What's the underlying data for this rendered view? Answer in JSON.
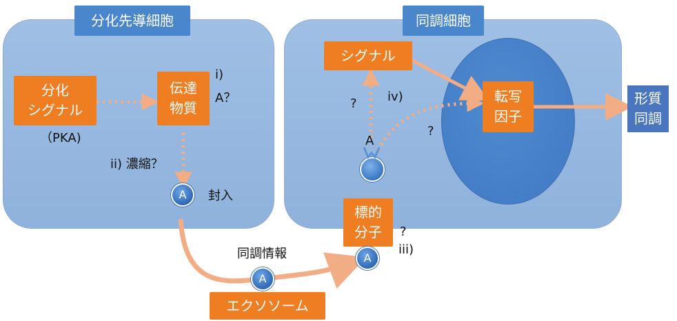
{
  "left_cell": {
    "title": "分化先導細胞"
  },
  "right_cell": {
    "title": "同調細胞"
  },
  "boxes": {
    "differentiation_signal_line1": "分化",
    "differentiation_signal_line2": "シグナル",
    "pka": "（PKA)",
    "transmitter_line1": "伝達",
    "transmitter_line2": "物質",
    "signal": "シグナル",
    "transcription_line1": "転写",
    "transcription_line2": "因子",
    "target_line1": "標的",
    "target_line2": "分子",
    "phenotype_line1": "形質",
    "phenotype_line2": "同調",
    "exosome": "エクソソーム"
  },
  "labels": {
    "i": "i)",
    "a_question": "A？",
    "ii": "ii) 濃縮？",
    "encapsulation": "封入",
    "sync_info": "同調情報",
    "iii": "iii)",
    "q_iii": "?",
    "iv": "iv)",
    "q1": "?",
    "q2": "?",
    "a_receptor": "A"
  },
  "vesicles": {
    "letter": "A"
  },
  "colors": {
    "orange_box": "#ef7d22",
    "arrow": "#f3ad84",
    "cell": "#9fbfe4",
    "title_box": "#4a86cc",
    "nucleus": "#4079c2",
    "phenotype_box": "#4a76c0"
  }
}
